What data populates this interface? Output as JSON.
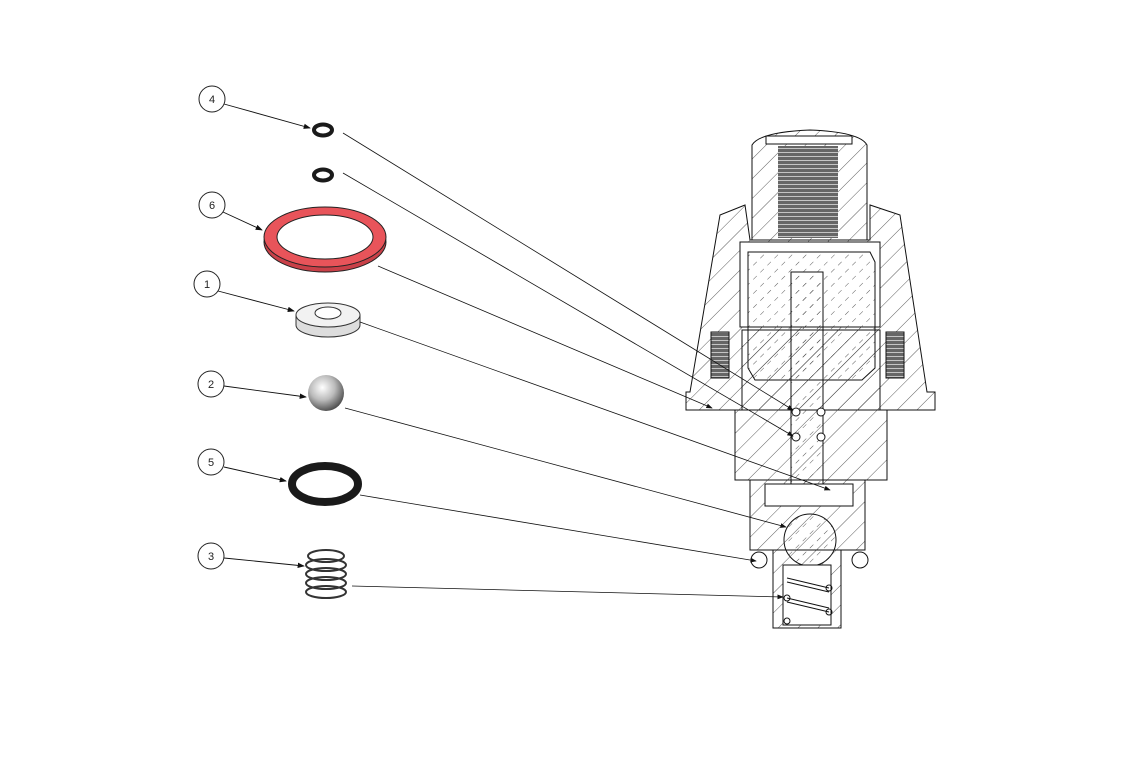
{
  "diagram": {
    "type": "exploded assembly section view",
    "balloons": [
      {
        "id": "b4",
        "label": "4",
        "part": "o-ring-small"
      },
      {
        "id": "b6",
        "label": "6",
        "part": "gasket"
      },
      {
        "id": "b1",
        "label": "1",
        "part": "washer"
      },
      {
        "id": "b2",
        "label": "2",
        "part": "ball"
      },
      {
        "id": "b5",
        "label": "5",
        "part": "o-ring-large"
      },
      {
        "id": "b3",
        "label": "3",
        "part": "spring"
      }
    ],
    "colors": {
      "gasket": "#e8545a",
      "oring": "#1a1a1a",
      "line": "#111111",
      "thread": "#555555"
    }
  }
}
